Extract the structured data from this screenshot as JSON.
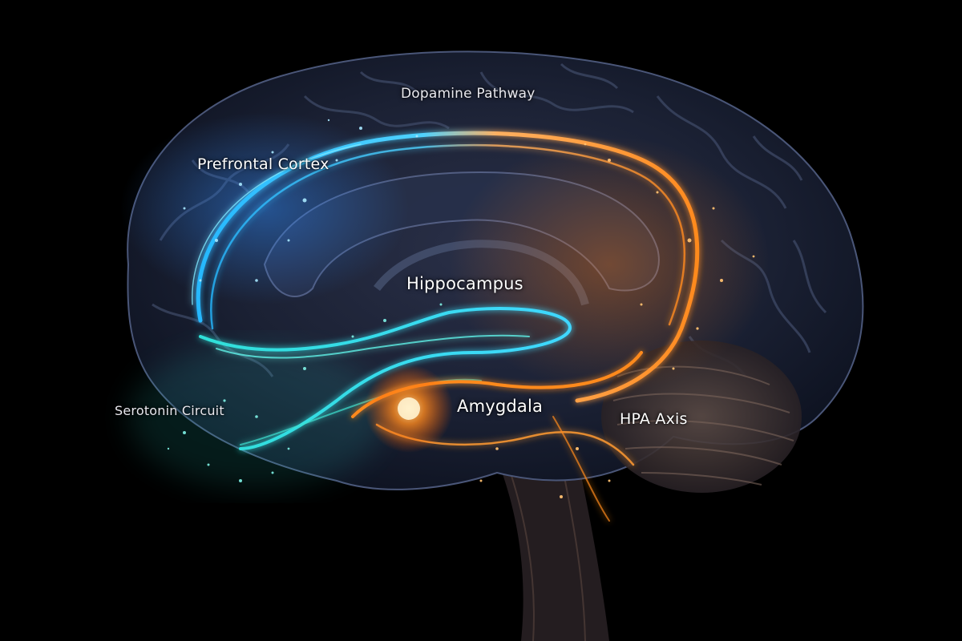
{
  "labels": {
    "dopamine": "Dopamine Pathway",
    "prefrontal": "Prefrontal Cortex",
    "hippocampus": "Hippocampus",
    "serotonin": "Serotonin Circuit",
    "amygdala": "Amygdala",
    "hpa": "HPA Axis"
  },
  "colors": {
    "background": "#000000",
    "brain_tissue": "#1e2436",
    "blue_glow": "#2f8dff",
    "cyan_glow": "#2fe0d8",
    "orange_glow": "#ff8a1e"
  }
}
